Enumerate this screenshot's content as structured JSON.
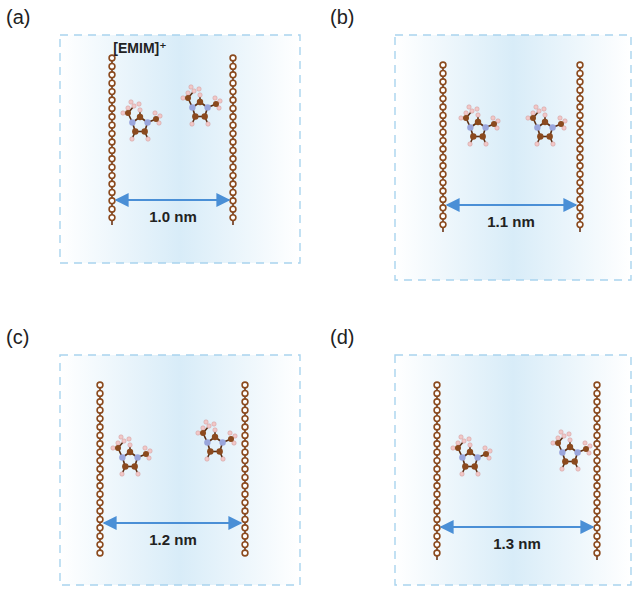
{
  "diagram": {
    "labels": [
      "(a)",
      "[EMIM]⁺",
      "1.0 nm",
      "(b)",
      "1.1 nm",
      "(c)",
      "1.2 nm",
      "(d)",
      "1.3 nm"
    ]
  }
}
